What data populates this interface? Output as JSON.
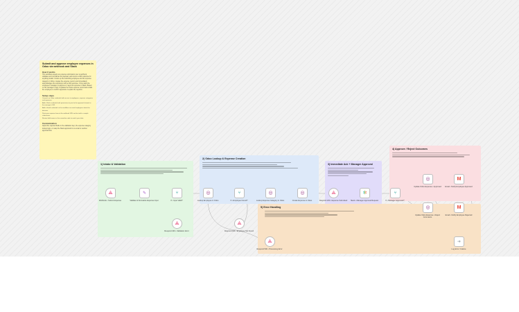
{
  "note": {
    "title": "Submit and approve employee expenses in Odoo via webhook and Slack",
    "how_heading": "How it works",
    "how_text": "This workflow accepts an expense submission over a webhook, validates and normalizes the payload, and returns a 400 response for anything invalid. It looks up the submitting employee and the expense category in Odoo, creates the expense record, and immediately acknowledges the submission with a 200 response. It then asks the employee's manager to approve or reject the expense in Slack. Based on the manager's reply it updates the Odoo expense record and emails the employee to confirm approval or explain the rejection.",
    "setup_heading": "Setup steps",
    "setup_steps": [
      "Connect an Odoo credential with access to employees, expense categories and expenses.",
      "Add a Slack credential with permission to post to the approval channel or the manager's DM.",
      "Add a Gmail credential so the workflow can email employees about the decision.",
      "Point your expense form at the webhook URL and test with a sample submission.",
      "Review field names in the normalize node to match your data."
    ],
    "custom_heading": "Customization",
    "custom_text": "Adjust the required fields in the validation step, the expense category lookup logic, or swap the Slack approval for an email or another approval flow."
  },
  "sections": {
    "intake": {
      "title": "1) Intake & Validation"
    },
    "odoo": {
      "title": "2) Odoo Lookup & Expense Creation"
    },
    "immediate": {
      "title": "3) Immediate Ack + Manager Approval"
    },
    "error": {
      "title": "5) Error Handling"
    },
    "approve": {
      "title": "4) Approve / Reject Outcomes"
    }
  },
  "nodes": {
    "webhook": {
      "label": "Webhook • Submit Expense",
      "icon": "webhook-icon"
    },
    "normalize": {
      "label": "Validate & Normalize Expense Input",
      "icon": "code-icon"
    },
    "if_valid": {
      "label": "If • Input Valid?",
      "icon": "if-branch-icon"
    },
    "respond_400": {
      "label": "Respond 400 • Validation Error",
      "icon": "webhook-icon"
    },
    "lookup_employee": {
      "label": "Lookup Employee in Odoo",
      "icon": "odoo-icon"
    },
    "if_employee": {
      "label": "If • Employee Found?",
      "icon": "if-branch-icon"
    },
    "respond_404": {
      "label": "Respond 404 • Employee Not Found",
      "icon": "webhook-icon"
    },
    "lookup_category": {
      "label": "Lookup Expense Category in Odoo",
      "icon": "odoo-icon"
    },
    "create_expense": {
      "label": "Create Expense in Odoo",
      "icon": "odoo-icon"
    },
    "respond_200": {
      "label": "Respond 200 • Expense Submitted",
      "icon": "webhook-icon"
    },
    "slack": {
      "label": "Slack • Manager Approval Request",
      "icon": "slack-icon"
    },
    "if_approved": {
      "label": "If • Manager Approved?",
      "icon": "if-branch-icon"
    },
    "update_approved": {
      "label": "Update Odoo Expense • Approved",
      "icon": "odoo-icon"
    },
    "update_rejected": {
      "label": "Update Odoo Expense • Reject Comments",
      "icon": "odoo-icon"
    },
    "email_approved": {
      "label": "Email • Notify Employee Approved",
      "icon": "gmail-icon"
    },
    "email_rejected": {
      "label": "Email • Notify Employee Rejected",
      "icon": "gmail-icon"
    },
    "respond_500": {
      "label": "Respond 500 • Processing Error",
      "icon": "webhook-icon"
    },
    "no_op": {
      "label": "Log Error / Failure",
      "icon": "no-op-icon"
    }
  },
  "colors": {
    "note": "#fff6b8",
    "intake": "#e2f6e2",
    "odoo": "#dde9f9",
    "immediate": "#e1dcfa",
    "error": "#f9e2c6",
    "approve": "#fbdee1",
    "webhook": "#e5366a",
    "odoo_brand": "#9b3f8a",
    "code": "#a55ac8",
    "if": "#3aa6a0",
    "gmail": "#ea4335"
  }
}
